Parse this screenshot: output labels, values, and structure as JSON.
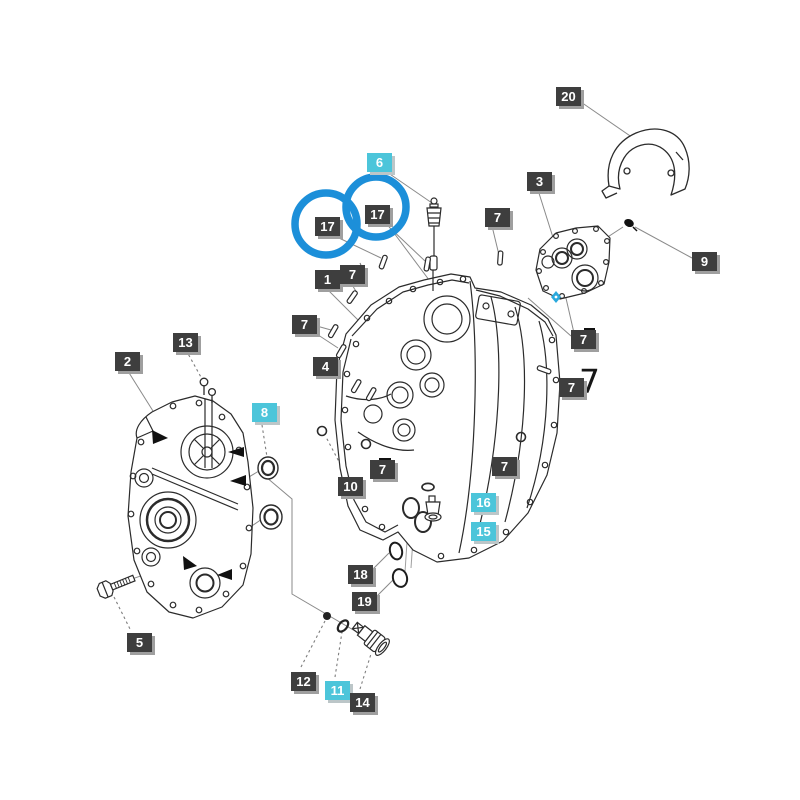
{
  "colors": {
    "background": "#ffffff",
    "line_art": "#2b2b2b",
    "leader_line": "#8a8a8a",
    "label_bg": "#3e3e3e",
    "label_text": "#ffffff",
    "label_highlight_bg": "#4cc5da",
    "highlight_circle": "#1c8fd9",
    "accent_diamond": "#2aa9dd"
  },
  "annotations": {
    "big_seven": "7",
    "highlight_circled_part": "17",
    "highlight_circle_count": 2
  },
  "labels": [
    {
      "text": "20",
      "highlighted": false
    },
    {
      "text": "6",
      "highlighted": true
    },
    {
      "text": "3",
      "highlighted": false
    },
    {
      "text": "17",
      "highlighted": false
    },
    {
      "text": "17",
      "highlighted": false
    },
    {
      "text": "7",
      "highlighted": false
    },
    {
      "text": "9",
      "highlighted": false
    },
    {
      "text": "1",
      "highlighted": false
    },
    {
      "text": "7",
      "highlighted": false
    },
    {
      "text": "7",
      "highlighted": false
    },
    {
      "text": "13",
      "highlighted": false
    },
    {
      "text": "2",
      "highlighted": false
    },
    {
      "text": "4",
      "highlighted": false
    },
    {
      "text": "7",
      "highlighted": false
    },
    {
      "text": "8",
      "highlighted": true
    },
    {
      "text": "7",
      "highlighted": false
    },
    {
      "text": "10",
      "highlighted": false
    },
    {
      "text": "7",
      "highlighted": false
    },
    {
      "text": "7",
      "highlighted": false
    },
    {
      "text": "16",
      "highlighted": true
    },
    {
      "text": "15",
      "highlighted": true
    },
    {
      "text": "18",
      "highlighted": false
    },
    {
      "text": "19",
      "highlighted": false
    },
    {
      "text": "5",
      "highlighted": false
    },
    {
      "text": "12",
      "highlighted": false
    },
    {
      "text": "11",
      "highlighted": true
    },
    {
      "text": "14",
      "highlighted": false
    }
  ]
}
